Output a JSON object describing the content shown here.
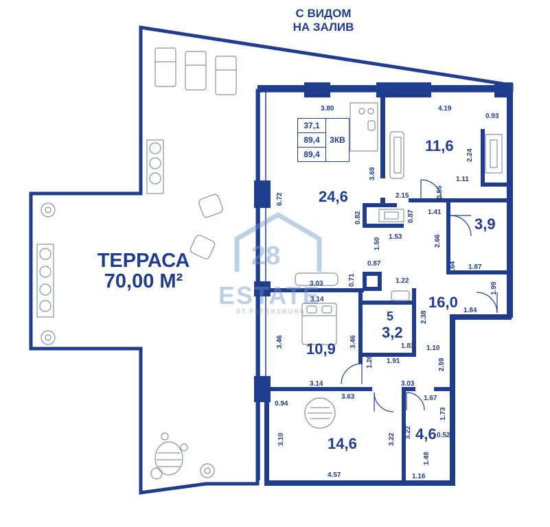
{
  "caption": {
    "line1": "С ВИДОМ",
    "line2": "НА ЗАЛИВ"
  },
  "terrace": {
    "line1": "ТЕРРАСА",
    "line2": "70,00 М²"
  },
  "info_box": {
    "rows": [
      "37,1",
      "89,4",
      "89,4"
    ],
    "type": "3КВ"
  },
  "rooms": {
    "living": "24,6",
    "bedroom_ne": "11,6",
    "bath_ne": "3,9",
    "hall": "16,0",
    "bath_5": {
      "number": "5",
      "area": "3,2"
    },
    "bedroom_mid": "10,9",
    "bedroom_sw": "14,6",
    "wc": "4,6"
  },
  "dimensions": {
    "d380": "3.80",
    "d419": "4.19",
    "d093": "0.93",
    "d224": "2.24",
    "d369": "3.69",
    "d672": "6.72",
    "d215": "2.15",
    "d055": "0.55",
    "d111": "1.11",
    "d141": "1.41",
    "d082": "0.82",
    "d087a": "0.87",
    "d153": "1.53",
    "d266": "2.66",
    "d150": "1.50",
    "d087b": "0.87",
    "d064": "0.64",
    "d187": "1.87",
    "d303a": "3.03",
    "d071": "0.71",
    "d122": "1.22",
    "d199": "1.99",
    "d314a": "3.14",
    "d184": "1.84",
    "d238": "2.38",
    "d346a": "3.46",
    "d346b": "3.46",
    "d183": "1.83",
    "d110": "1.10",
    "d126": "1.26",
    "d191": "1.91",
    "d259": "2.59",
    "d314b": "3.14",
    "d303b": "3.03",
    "d094": "0.94",
    "d363": "3.63",
    "d167": "1.67",
    "d173": "1.73",
    "d310": "3.10",
    "d322a": "3.22",
    "d322b": "3.22",
    "d052": "0.52",
    "d148": "1.48",
    "d457": "4.57",
    "d116": "1.16"
  },
  "watermark": {
    "number": "28",
    "name": "ESTATE",
    "city": "ST.PETERSBURG"
  },
  "colors": {
    "wall": "#1f3d8c",
    "text": "#1f3d8c",
    "watermark": "#7aa3cf",
    "icon": "#8a8f99"
  }
}
